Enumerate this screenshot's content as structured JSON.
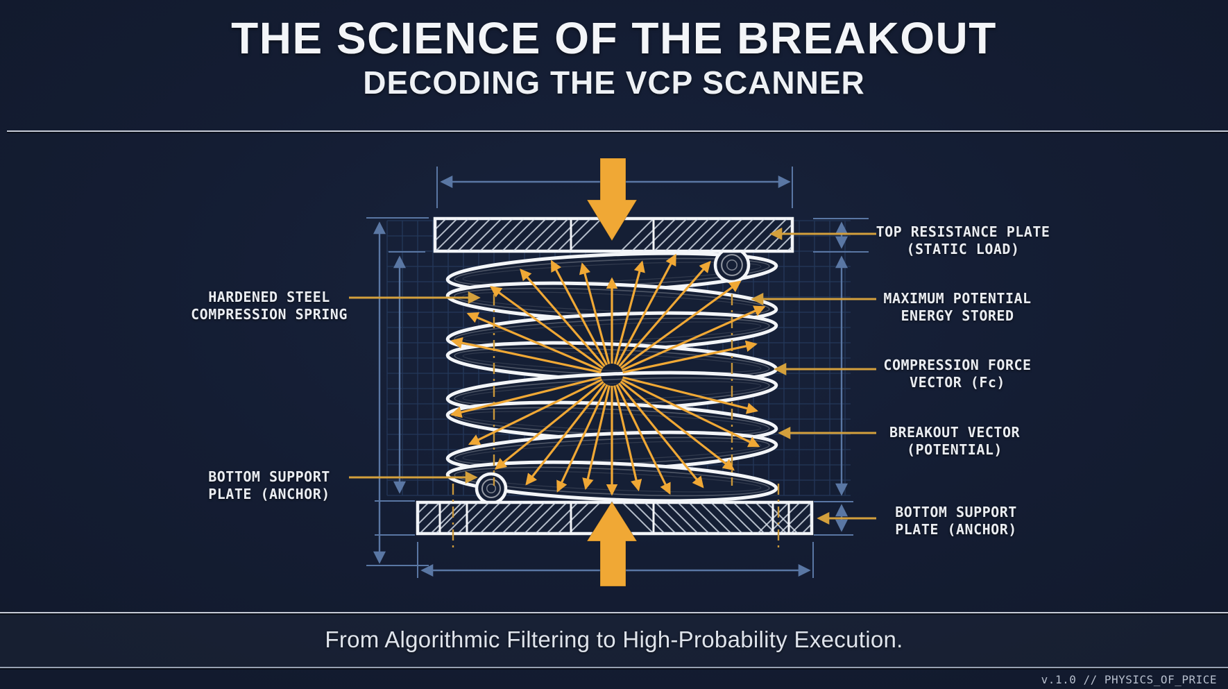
{
  "header": {
    "title": "THE SCIENCE OF THE BREAKOUT",
    "subtitle": "DECODING THE VCP SCANNER"
  },
  "diagram": {
    "labels_left": [
      {
        "id": "hardened-steel-compression-spring",
        "lines": [
          "HARDENED STEEL",
          "COMPRESSION SPRING"
        ]
      },
      {
        "id": "bottom-support-plate-anchor-left",
        "lines": [
          "BOTTOM SUPPORT",
          "PLATE (ANCHOR)"
        ]
      }
    ],
    "labels_right": [
      {
        "id": "top-resistance-plate",
        "lines": [
          "TOP RESISTANCE PLATE",
          "(STATIC LOAD)"
        ]
      },
      {
        "id": "maximum-potential-energy",
        "lines": [
          "MAXIMUM POTENTIAL",
          "ENERGY STORED"
        ]
      },
      {
        "id": "compression-force-vector",
        "lines": [
          "COMPRESSION FORCE",
          "VECTOR (Fc)"
        ]
      },
      {
        "id": "breakout-vector",
        "lines": [
          "BREAKOUT VECTOR",
          "(POTENTIAL)"
        ]
      },
      {
        "id": "bottom-support-plate-anchor-right",
        "lines": [
          "BOTTOM SUPPORT",
          "PLATE (ANCHOR)"
        ]
      }
    ],
    "colors": {
      "background": "#151f35",
      "line_white": "#f3f5f8",
      "steel_blue": "#5a77a4",
      "grid_blue": "#33507e",
      "accent_yellow": "#f0a835",
      "leader_yellow": "#d4a03c",
      "dashdot_yellow": "#c9973a",
      "hatch": "rgba(226,233,244,0.78)"
    },
    "spring": {
      "coil_count": 8
    },
    "force_arrows": [
      [
        90,
        138
      ],
      [
        105,
        165
      ],
      [
        118,
        185
      ],
      [
        131,
        200
      ],
      [
        144,
        215
      ],
      [
        157,
        225
      ],
      [
        168,
        235
      ],
      [
        75,
        168
      ],
      [
        62,
        195
      ],
      [
        49,
        215
      ],
      [
        36,
        228
      ],
      [
        24,
        240
      ],
      [
        12,
        212
      ],
      [
        -90,
        172
      ],
      [
        -103,
        168
      ],
      [
        -115,
        185
      ],
      [
        -128,
        200
      ],
      [
        -141,
        215
      ],
      [
        -154,
        228
      ],
      [
        -166,
        238
      ],
      [
        -77,
        170
      ],
      [
        -64,
        190
      ],
      [
        -51,
        208
      ],
      [
        -38,
        222
      ],
      [
        -26,
        235
      ],
      [
        -14,
        215
      ]
    ]
  },
  "footer": {
    "tagline": "From Algorithmic Filtering to High-Probability Execution.",
    "version": "v.1.0 // PHYSICS_OF_PRICE"
  }
}
